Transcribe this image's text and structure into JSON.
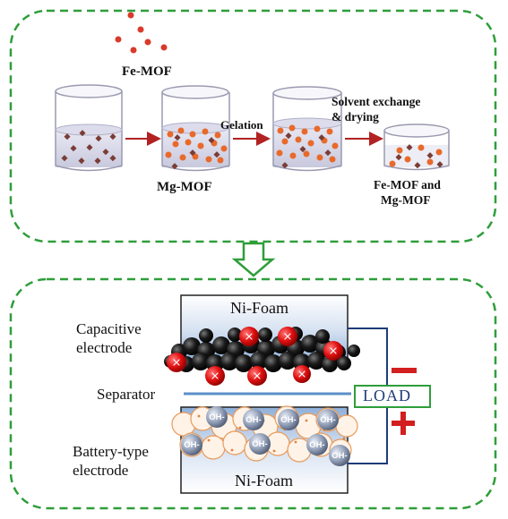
{
  "process": {
    "fe_mof_label": "Fe-MOF",
    "mg_mof_label": "Mg-MOF",
    "gelation_label": "Gelation",
    "solvent_label_line1": "Solvent exchange",
    "solvent_label_line2": "& drying",
    "product_label_line1": "Fe-MOF and",
    "product_label_line2": "Mg-MOF"
  },
  "device": {
    "foam_top_label": "Ni-Foam",
    "foam_bottom_label": "Ni-Foam",
    "capacitive_line1": "Capacitive",
    "capacitive_line2": "electrode",
    "separator_label": "Separator",
    "battery_line1": "Battery-type",
    "battery_line2": "electrode",
    "load_label": "LOAD",
    "ion_label": "OH-",
    "minus_sign": "−",
    "plus_sign": "+"
  },
  "colors": {
    "dashed_border": "#2e9e3a",
    "fe_mof_particle": "#d93a2b",
    "mg_mof_particle": "#7a3d36",
    "arrow": "#b22222",
    "separator": "#5b8fc7",
    "load_border": "#2e9e3a",
    "terminal": "#d21f1f",
    "wire": "#1e3c78"
  }
}
